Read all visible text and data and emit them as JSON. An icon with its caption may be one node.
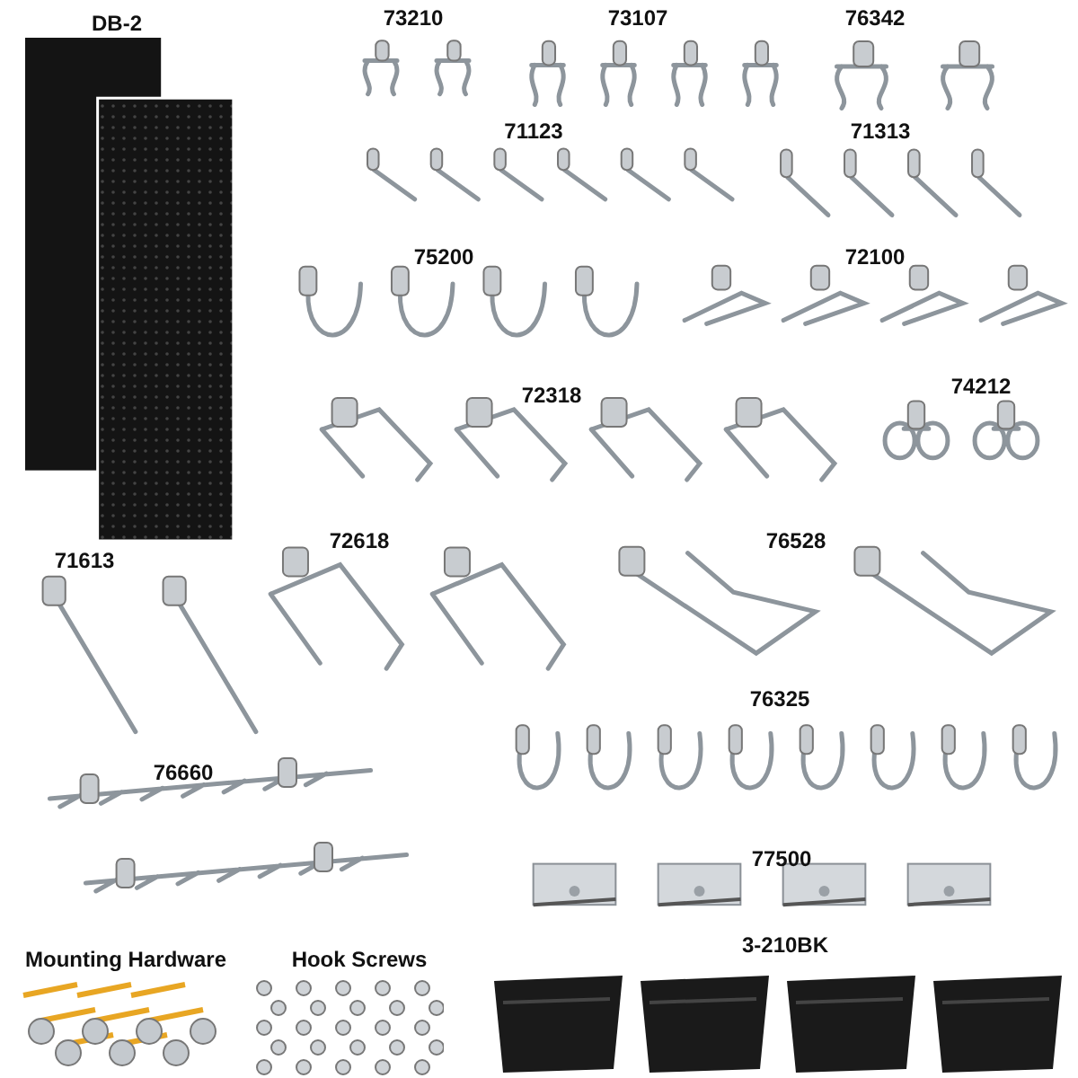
{
  "diagram": {
    "labels": [
      "DB-2",
      "73210",
      "73107",
      "76342",
      "71123",
      "71313",
      "75200",
      "72100",
      "72318",
      "74212",
      "71613",
      "72618",
      "76528",
      "76660",
      "76325",
      "77500",
      "Mounting Hardware",
      "Hook Screws",
      "3-210BK"
    ]
  }
}
